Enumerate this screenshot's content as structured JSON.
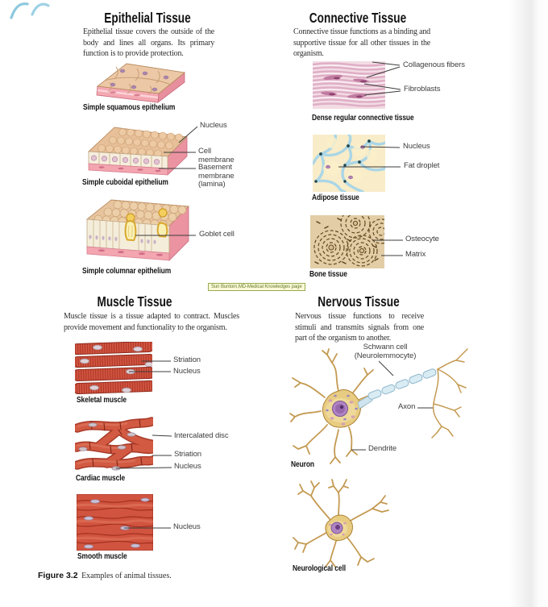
{
  "badge": {
    "text": "Sun Buntorn,MD-Medical Knowledges page"
  },
  "figure_caption": {
    "number": "Figure 3.2",
    "text": "Examples of animal tissues."
  },
  "sections": {
    "epithelial": {
      "title": "Epithelial Tissue",
      "description": "Epithelial tissue covers the outside of the body and lines all organs. Its primary function is to provide protection.",
      "captions": {
        "squamous": "Simple squamous epithelium",
        "cuboidal": "Simple cuboidal epithelium",
        "columnar": "Simple columnar epithelium"
      },
      "cuboidal_labels": {
        "nucleus": "Nucleus",
        "cell_membrane": "Cell membrane",
        "basement_membrane": "Basement membrane (lamina)"
      },
      "columnar_labels": {
        "goblet_cell": "Goblet cell"
      }
    },
    "connective": {
      "title": "Connective Tissue",
      "description": "Connective tissue functions as a binding and supportive tissue for all other tissues in the organism.",
      "captions": {
        "dense": "Dense regular connective tissue",
        "adipose": "Adipose tissue",
        "bone": "Bone tissue"
      },
      "dense_labels": {
        "collagenous_fibers": "Collagenous fibers",
        "fibroblasts": "Fibroblasts"
      },
      "adipose_labels": {
        "nucleus": "Nucleus",
        "fat_droplet": "Fat droplet"
      },
      "bone_labels": {
        "osteocyte": "Osteocyte",
        "matrix": "Matrix"
      }
    },
    "muscle": {
      "title": "Muscle Tissue",
      "description": "Muscle tissue is a tissue adapted to contract. Muscles provide movement and functionality to the organism.",
      "captions": {
        "skeletal": "Skeletal muscle",
        "cardiac": "Cardiac muscle",
        "smooth": "Smooth muscle"
      },
      "skeletal_labels": {
        "striation": "Striation",
        "nucleus": "Nucleus"
      },
      "cardiac_labels": {
        "intercalated_disc": "Intercalated disc",
        "striation": "Striation",
        "nucleus": "Nucleus"
      },
      "smooth_labels": {
        "nucleus": "Nucleus"
      }
    },
    "nervous": {
      "title": "Nervous Tissue",
      "description": "Nervous tissue functions to receive stimuli and transmits signals from one part of the organism to another.",
      "captions": {
        "neuron": "Neuron",
        "neurological_cell": "Neurological cell"
      },
      "labels": {
        "schwann_cell": "Schwann cell (Neurolemmocyte)",
        "axon": "Axon",
        "dendrite": "Dendrite"
      }
    }
  },
  "colors": {
    "epithelium_pink": "#f2a7b0",
    "epithelium_tan": "#e9c9a5",
    "muscle_red": "#d15440",
    "neuron_gold": "#e8cc82",
    "myelin_blue": "#d9ecf4",
    "nucleus_purple": "#b084c4",
    "bone_brown": "#64491f",
    "adipose_border_blue": "#aad6e6",
    "badge_background": "#fcf9d8",
    "badge_border": "#96ad4e",
    "badge_text": "#647d2c",
    "leader_line": "#3c3c3c"
  }
}
